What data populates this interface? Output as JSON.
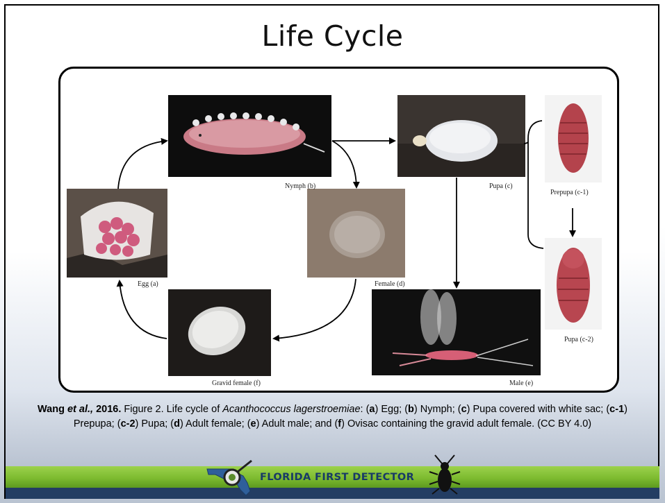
{
  "slide": {
    "title": "Life Cycle"
  },
  "figure": {
    "labels": {
      "egg": "Egg (a)",
      "nymph": "Nymph (b)",
      "pupa": "Pupa (c)",
      "prepupa": "Prepupa (c-1)",
      "pupa_c2": "Pupa (c-2)",
      "female": "Female (d)",
      "male": "Male (e)",
      "gravid": "Gravid female (f)"
    }
  },
  "caption": {
    "author": "Wang ",
    "etal": "et al.,",
    "year": " 2016.",
    "text1": " Figure 2. Life cycle of ",
    "species": "Acanthococcus lagerstroemiae",
    "text2": ": (",
    "a": "a",
    "a_text": ") Egg; (",
    "b": "b",
    "b_text": ") Nymph; (",
    "c": "c",
    "c_text": ") Pupa covered with white sac; (",
    "c1": "c-1",
    "c1_text": ") Prepupa; (",
    "c2": "c-2",
    "c2_text": ") Pupa; (",
    "d": "d",
    "d_text": ") Adult female; (",
    "e": "e",
    "e_text": ") Adult male; and (",
    "f": "f",
    "f_text": ") Ovisac containing the gravid adult female. (CC BY 4.0)"
  },
  "footer": {
    "logo_text": "FLORIDA FIRST DETECTOR"
  }
}
